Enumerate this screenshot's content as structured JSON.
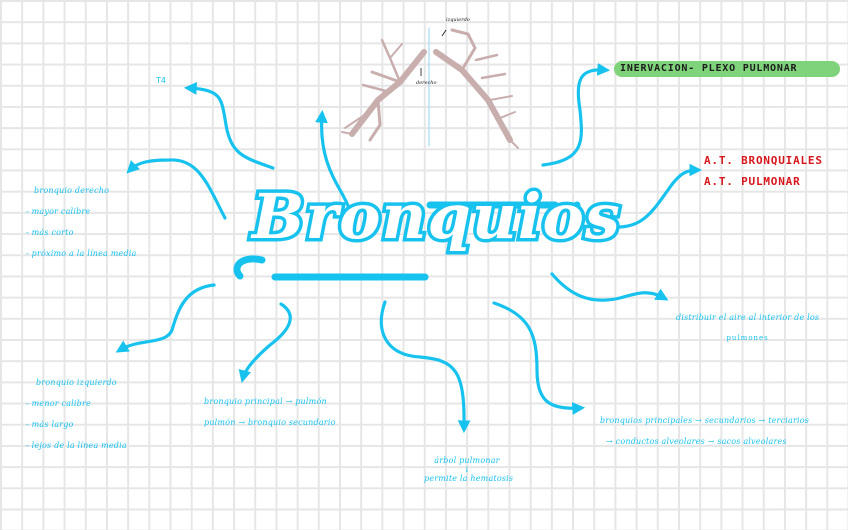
{
  "title": "Bronquios",
  "colors": {
    "ink": "#17c3ee",
    "grid": "#e6e6e6",
    "highlight_green": "#7fd37a",
    "red_ink": "#d8161b",
    "bronchi_illustration": "#c9aeae"
  },
  "illustration": {
    "label_left": "izquierdo",
    "label_right": "derecho"
  },
  "top_left_label": "T4",
  "innervation_label": "INERVACION- PLEXO PULMONAR",
  "arteries": {
    "line1": "A.T. BRONQUIALES",
    "line2": "A.T. PULMONAR"
  },
  "right_bronchus": {
    "heading": "bronquio derecho",
    "items": [
      "- mayor calibre",
      "- más corto",
      "- próximo a la línea media"
    ]
  },
  "left_bronchus": {
    "heading": "bronquio izquierdo",
    "items": [
      "- menor calibre",
      "- más largo",
      "- lejos de la línea media"
    ]
  },
  "division": {
    "line1": "bronquio principal → pulmón",
    "line2": "pulmón → bronquio secundario"
  },
  "function_note": {
    "line1": "distribuir el aire al interior de los",
    "line2": "pulmones"
  },
  "tree_note": {
    "line1": "árbol pulmonar",
    "line2": "↓",
    "line3": "permite la hematosis"
  },
  "branching": {
    "line1": "bronquios principales → secundarios → terciarios",
    "line2": "→ conductos alveolares → sacos alveolares"
  }
}
